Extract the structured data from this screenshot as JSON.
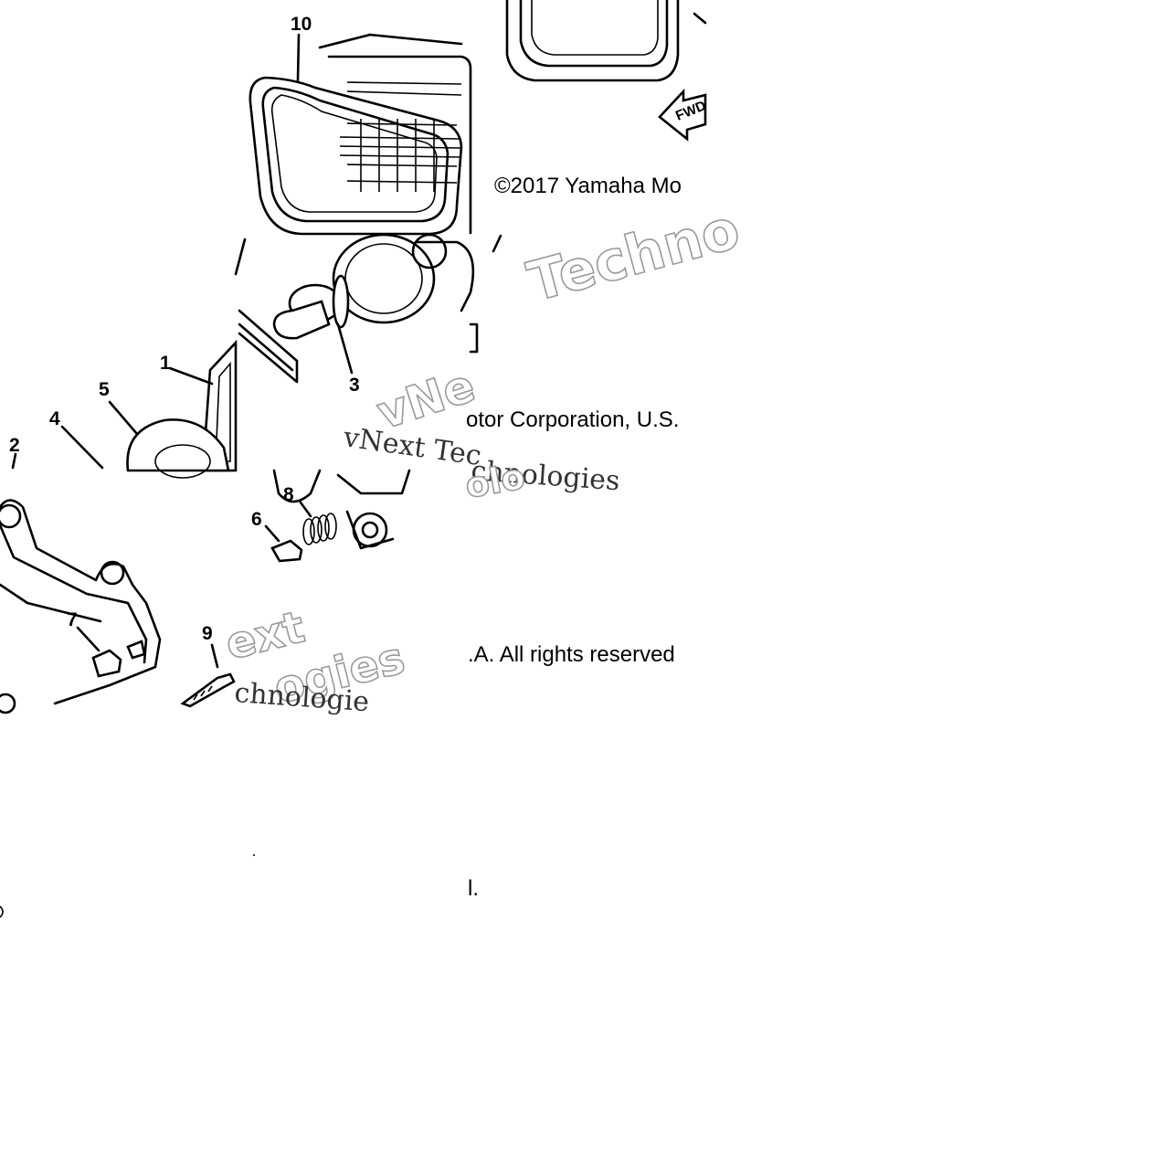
{
  "diagram": {
    "callouts": [
      "1",
      "2",
      "3",
      "4",
      "5",
      "6",
      "7",
      "8",
      "9",
      "10"
    ],
    "direction_arrow_label": "FWD",
    "copyright_fragments": {
      "line1": "©2017 Yamaha Mo",
      "line2": "otor Corporation, U.S.",
      "line3": ".A. All rights reserved",
      "line4": "l."
    },
    "watermarks": {
      "outline_top": "Techno",
      "outline_mid": "vNe",
      "outline_mid2": "olo",
      "outline_bottom1": "ext",
      "outline_bottom2": "ogies",
      "serif_mid": "vNext Tec",
      "serif_mid2": "chnologies",
      "serif_bottom": "chnologie"
    }
  }
}
